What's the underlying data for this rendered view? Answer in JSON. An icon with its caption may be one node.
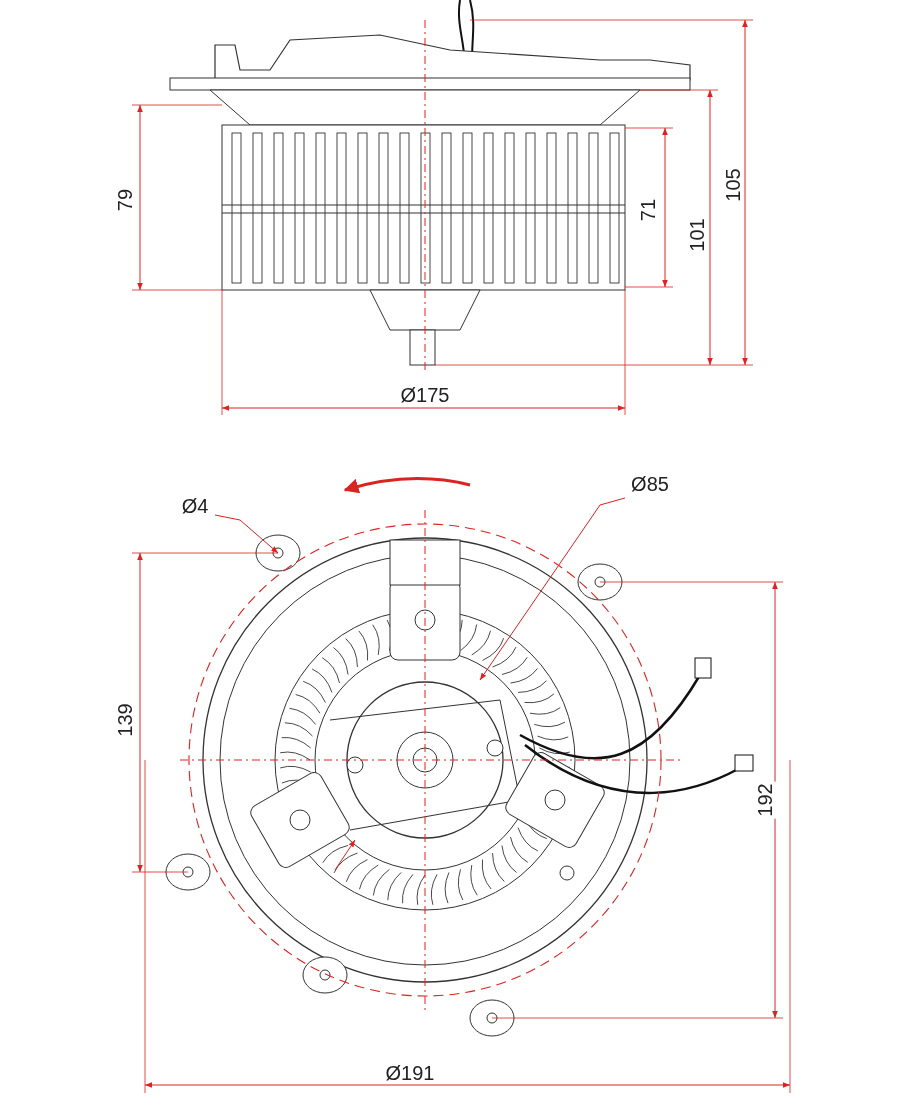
{
  "diagram": {
    "labels": [
      "79",
      "71",
      "101",
      "105",
      "Ø175",
      "Ø4",
      "Ø85",
      "139",
      "192",
      "Ø191"
    ]
  }
}
